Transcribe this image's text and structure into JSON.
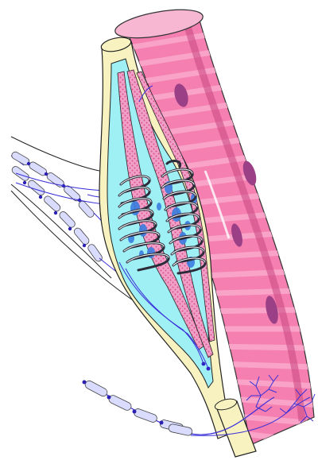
{
  "figure": {
    "labels": [],
    "colors": {
      "background": "#ffffff",
      "muscle_fiber": "#f47fb0",
      "muscle_fiber_stripe": "#f9a3c8",
      "muscle_fiber_top": "#f7b6d2",
      "nucleus": "#9b3f86",
      "capsule": "#f7f2c0",
      "capsule_outline": "#222222",
      "lymph_space": "#9ff0f5",
      "intrafusal_fiber": "#f0a0c8",
      "intrafusal_dots": "#d0306a",
      "nuclear_bag": "#3a7de0",
      "spiral_ending": "#2b2b3a",
      "nerve_line": "#3a2fd8",
      "myelin_segment": "#d9dcff",
      "node": "#2a1fb0",
      "motor_endplate": "#3a2fd8"
    },
    "structures": [
      {
        "name": "extrafusal-muscle-fiber"
      },
      {
        "name": "muscle-spindle-capsule"
      },
      {
        "name": "intrafusal-fibers"
      },
      {
        "name": "annulospiral-endings"
      },
      {
        "name": "afferent-nerve-fibers"
      },
      {
        "name": "efferent-nerve-fiber"
      },
      {
        "name": "motor-end-plates"
      }
    ]
  }
}
